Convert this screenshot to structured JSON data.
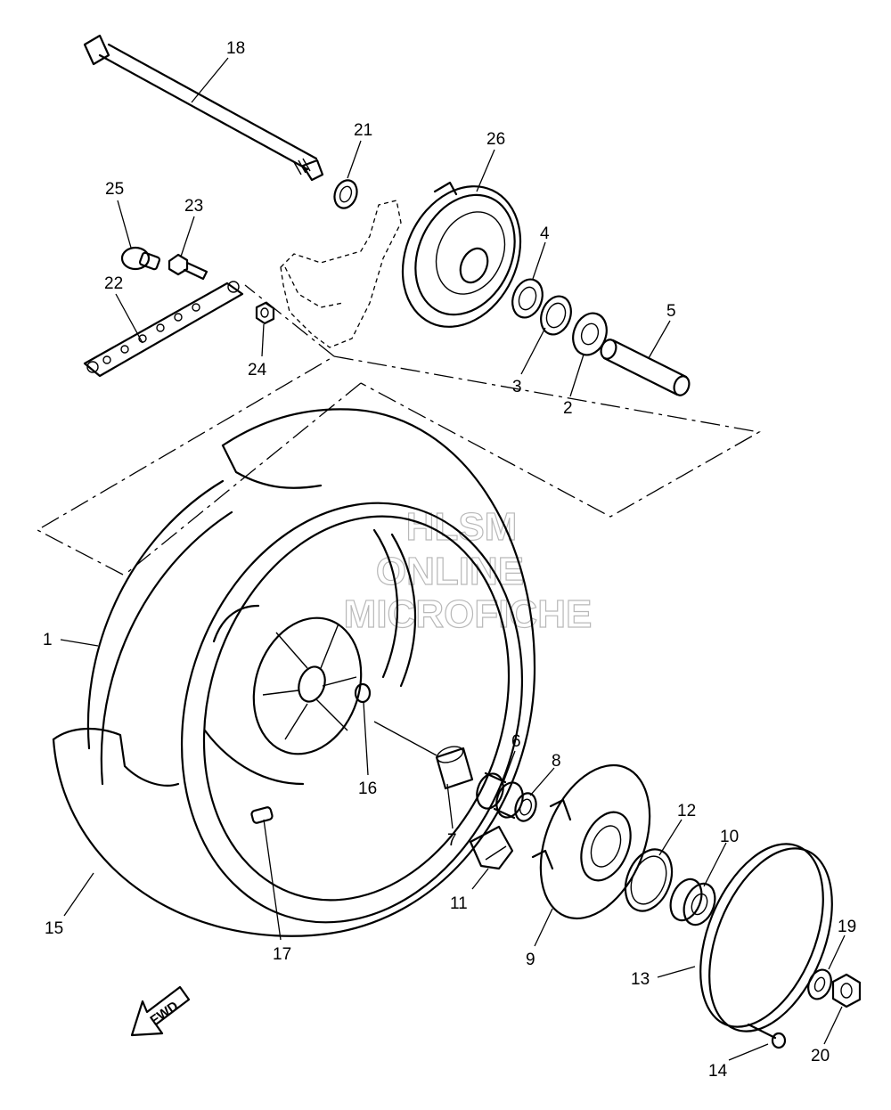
{
  "watermark": {
    "line1": "HLSM",
    "line2": "ONLINE",
    "line3": "MICROFICHE"
  },
  "direction_label": "FWD",
  "callouts": [
    "1",
    "2",
    "3",
    "4",
    "5",
    "6",
    "7",
    "8",
    "9",
    "10",
    "11",
    "12",
    "13",
    "14",
    "15",
    "16",
    "17",
    "18",
    "19",
    "20",
    "21",
    "22",
    "23",
    "24",
    "25",
    "26"
  ]
}
